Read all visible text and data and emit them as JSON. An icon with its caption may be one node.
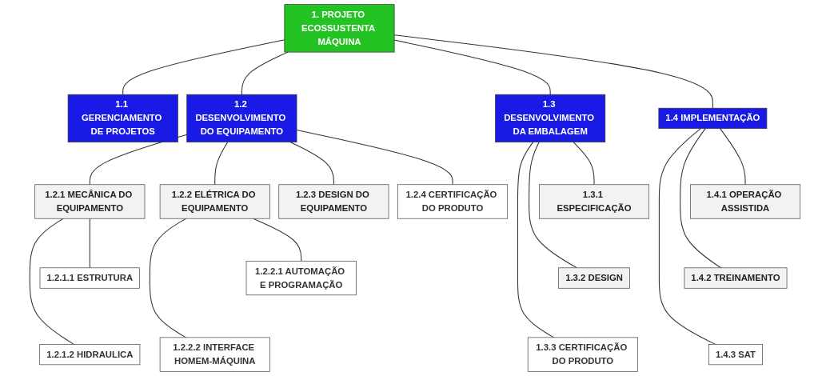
{
  "diagram": {
    "nodes": [
      {
        "text": [
          "1. PROJETO ECOSSUSTENTA MÁQUINA"
        ]
      },
      {
        "text": [
          "1.1 GERENCIAMENTO DE PROJETOS"
        ]
      },
      {
        "text": [
          "1.2 DESENVOLVIMENTO DO EQUIPAMENTO"
        ]
      },
      {
        "text": [
          "1.3 DESENVOLVIMENTO DA EMBALAGEM"
        ]
      },
      {
        "text": [
          "1.4 IMPLEMENTAÇÃO"
        ]
      },
      {
        "text": [
          "1.2.1 MECÂNICA DO EQUIPAMENTO"
        ]
      },
      {
        "text": [
          "1.2.2 ELÉTRICA DO EQUIPAMENTO"
        ]
      },
      {
        "text": [
          "1.2.3 DESIGN DO EQUIPAMENTO"
        ]
      },
      {
        "text": [
          "1.2.4 CERTIFICAÇÃO DO PRODUTO"
        ]
      },
      {
        "text": [
          "1.2.1.1 ESTRUTURA"
        ]
      },
      {
        "text": [
          "1.2.1.2 HIDRAULICA"
        ]
      },
      {
        "text": [
          "1.2.2.1 AUTOMAÇÃO E PROGRAMAÇÃO"
        ]
      },
      {
        "text": [
          "1.2.2.2 INTERFACE HOMEM-MÁQUINA"
        ]
      },
      {
        "text": [
          "1.3.1 ESPECIFICAÇÃO"
        ]
      },
      {
        "text": [
          "1.3.2 DESIGN"
        ]
      },
      {
        "text": [
          "1.3.3 CERTIFICAÇÃO DO PRODUTO"
        ]
      },
      {
        "text": [
          "1.4.1 OPERAÇÃO ASSISTIDA"
        ]
      },
      {
        "text": [
          "1.4.2 TREINAMENTO"
        ]
      },
      {
        "text": [
          "1.4.3 SAT"
        ]
      }
    ],
    "edges": [
      {
        "from": 0,
        "to": 1,
        "arrow": "none"
      },
      {
        "from": 0,
        "to": 2,
        "arrow": "none"
      },
      {
        "from": 0,
        "to": 3,
        "arrow": "none"
      },
      {
        "from": 0,
        "to": 4,
        "arrow": "none"
      },
      {
        "from": 2,
        "to": 5,
        "arrow": "none"
      },
      {
        "from": 2,
        "to": 6,
        "arrow": "none"
      },
      {
        "from": 2,
        "to": 7,
        "arrow": "none"
      },
      {
        "from": 2,
        "to": 8,
        "arrow": "none"
      },
      {
        "from": 5,
        "to": 9,
        "arrow": "none"
      },
      {
        "from": 5,
        "to": 10,
        "arrow": "none"
      },
      {
        "from": 6,
        "to": 11,
        "arrow": "none"
      },
      {
        "from": 6,
        "to": 12,
        "arrow": "none"
      },
      {
        "from": 3,
        "to": 13,
        "arrow": "none"
      },
      {
        "from": 3,
        "to": 14,
        "arrow": "none"
      },
      {
        "from": 3,
        "to": 15,
        "arrow": "none"
      },
      {
        "from": 4,
        "to": 16,
        "arrow": "none"
      },
      {
        "from": 4,
        "to": 17,
        "arrow": "none"
      },
      {
        "from": 4,
        "to": 18,
        "arrow": "none"
      }
    ]
  }
}
